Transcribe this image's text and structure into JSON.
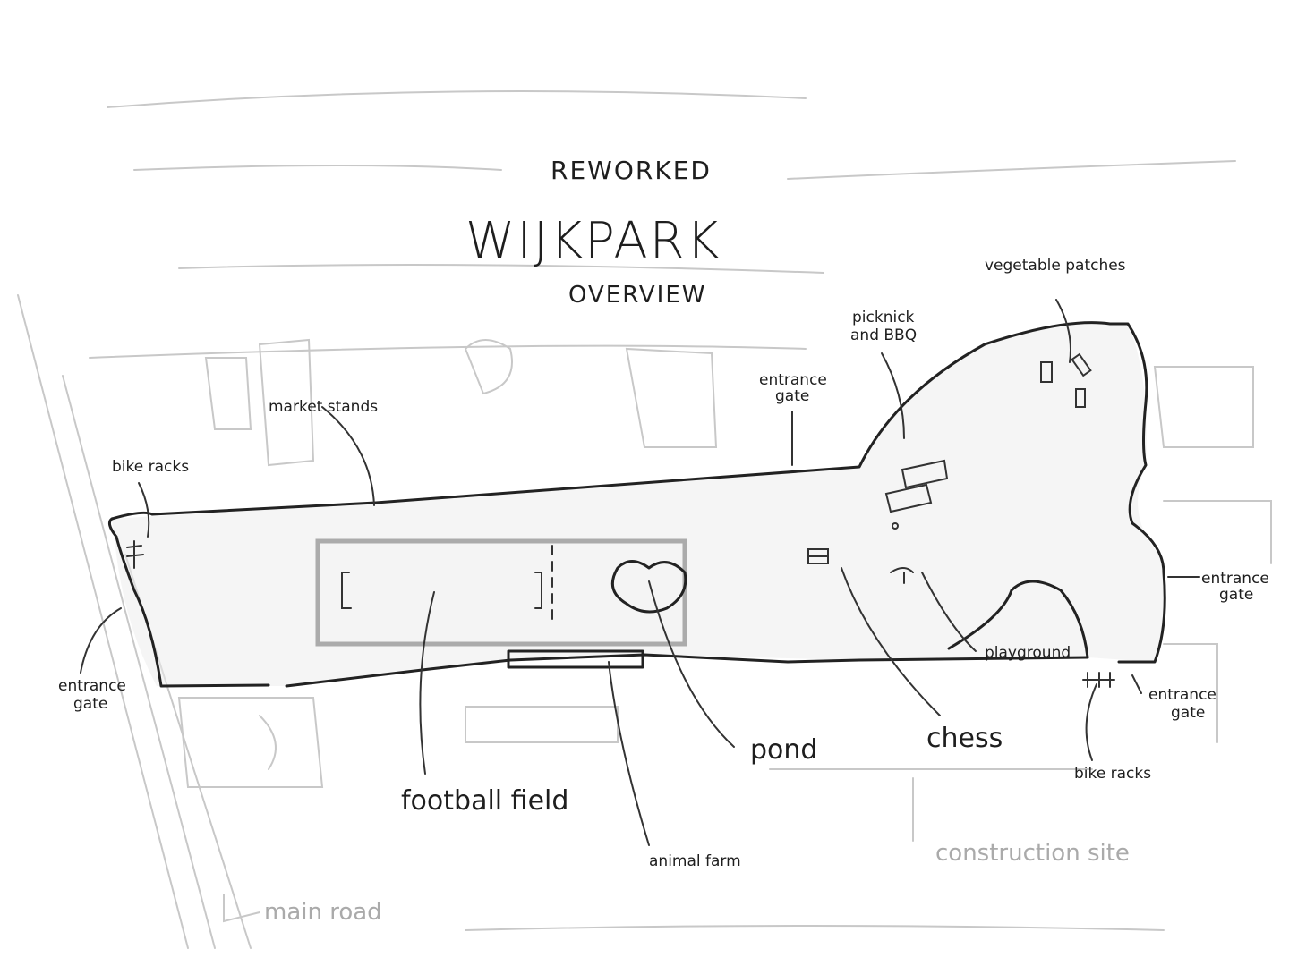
{
  "title": {
    "line1": "REWORKED",
    "line2": "WIJKPARK",
    "line3": "OVERVIEW"
  },
  "labels": {
    "market_stands": "market stands",
    "bike_racks_left": "bike racks",
    "entrance_gate_left": [
      "entrance",
      "gate"
    ],
    "entrance_gate_top": [
      "entrance",
      "gate"
    ],
    "picnic_bbq": [
      "picknick",
      "and BBQ"
    ],
    "vegetable_patches": "vegetable patches",
    "entrance_gate_right": [
      "entrance",
      "gate"
    ],
    "playground": "playground",
    "entrance_gate_bottom_right": [
      "entrance",
      "gate"
    ],
    "bike_racks_right": "bike racks",
    "chess": "chess",
    "pond": "pond",
    "football_field": "football field",
    "animal_farm": "animal farm",
    "construction_site": "construction site",
    "main_road": "main road"
  },
  "colors": {
    "ink": "#222222",
    "faint": "#c8c8c8",
    "paper": "#ffffff"
  }
}
